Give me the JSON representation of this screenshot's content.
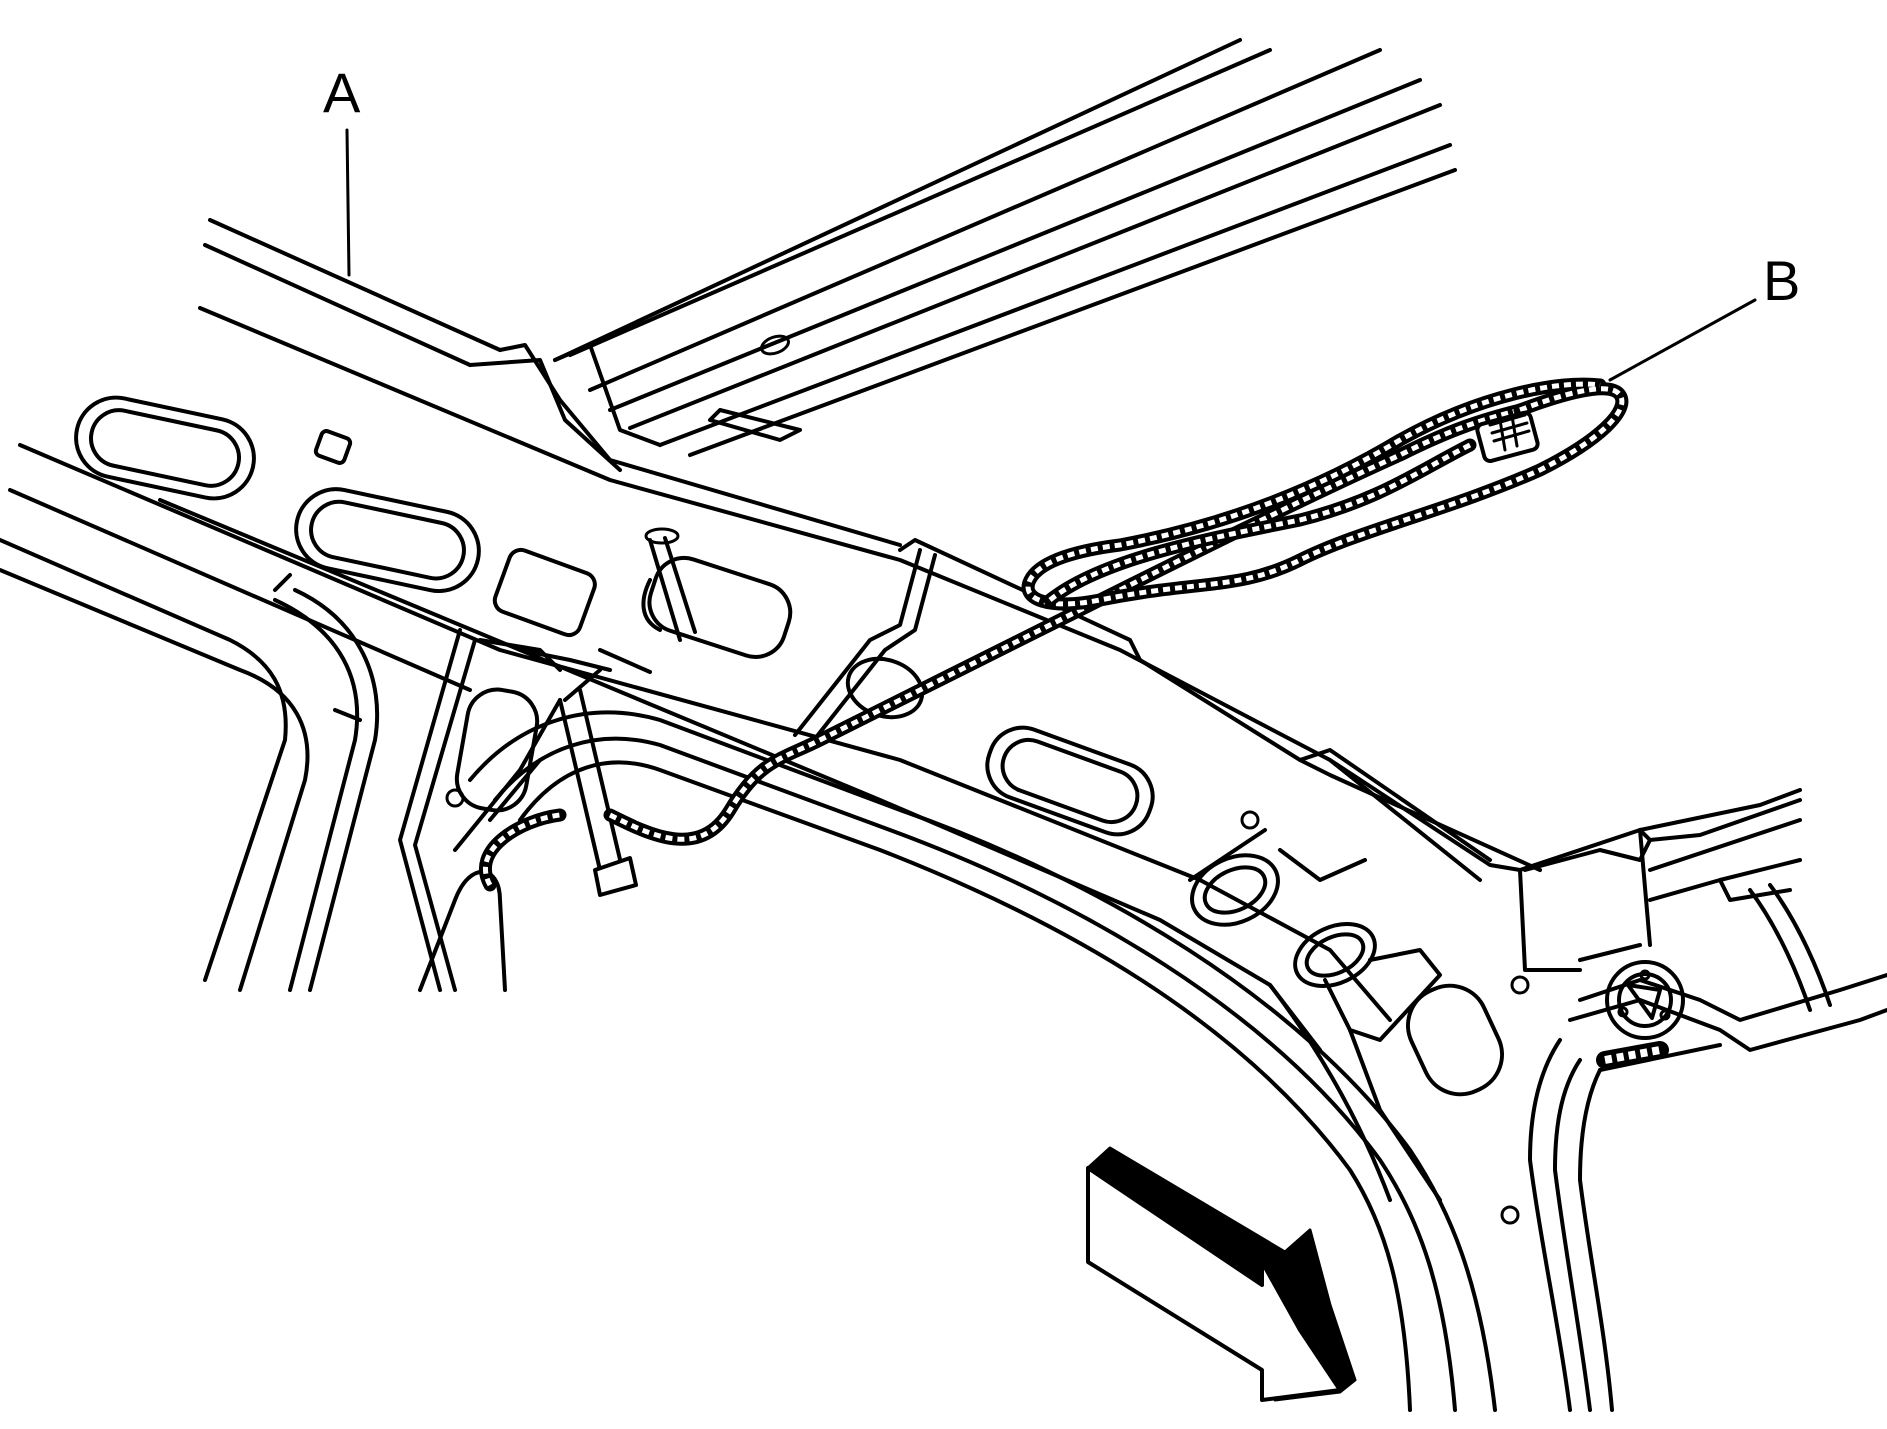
{
  "diagram": {
    "callouts": [
      {
        "id": "A",
        "label": "A"
      },
      {
        "id": "B",
        "label": "B"
      }
    ],
    "colors": {
      "line": "#000000",
      "background": "#ffffff"
    },
    "icons": {
      "direction": "forward-arrow-icon"
    }
  }
}
